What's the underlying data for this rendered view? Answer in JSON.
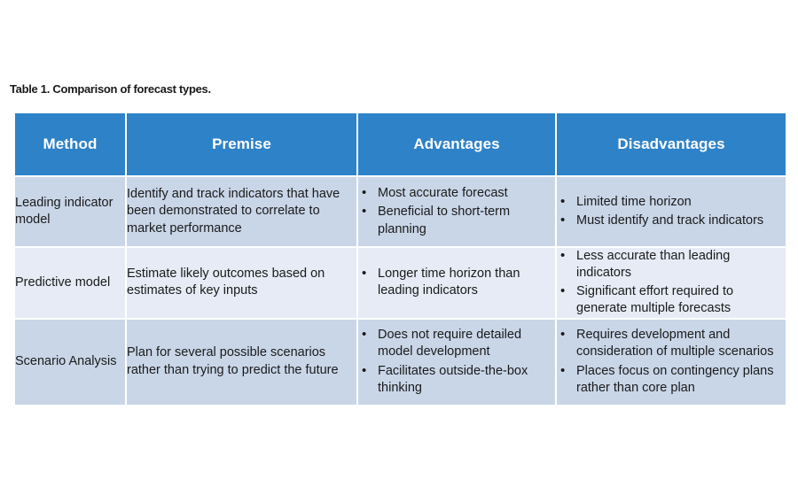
{
  "caption": "Table 1. Comparison of forecast types.",
  "colors": {
    "header_background": "#2E82C8",
    "header_text": "#FFFFFF",
    "row_shade_dark": "#C9D6E8",
    "row_shade_light": "#E6EBF5",
    "body_text": "#1A1A1A",
    "page_background": "#FFFFFF"
  },
  "table": {
    "headers": [
      "Method",
      "Premise",
      "Advantages",
      "Disadvantages"
    ],
    "rows": [
      {
        "method": "Leading indicator model",
        "premise": "Identify and track indicators that have been demonstrated to correlate to market performance",
        "advantages": [
          "Most accurate forecast",
          "Beneficial to short-term planning"
        ],
        "disadvantages": [
          "Limited time horizon",
          "Must identify and track indicators"
        ]
      },
      {
        "method": "Predictive model",
        "premise": "Estimate likely outcomes based on estimates of key inputs",
        "advantages": [
          "Longer time horizon than leading indicators"
        ],
        "disadvantages": [
          "Less accurate than leading indicators",
          "Significant effort required to generate multiple forecasts"
        ]
      },
      {
        "method": "Scenario Analysis",
        "premise": "Plan for several possible scenarios rather than trying to predict the future",
        "advantages": [
          "Does not require detailed model development",
          "Facilitates outside-the-box thinking"
        ],
        "disadvantages": [
          "Requires development and consideration of multiple scenarios",
          "Places focus on contingency plans rather than core plan"
        ]
      }
    ]
  }
}
